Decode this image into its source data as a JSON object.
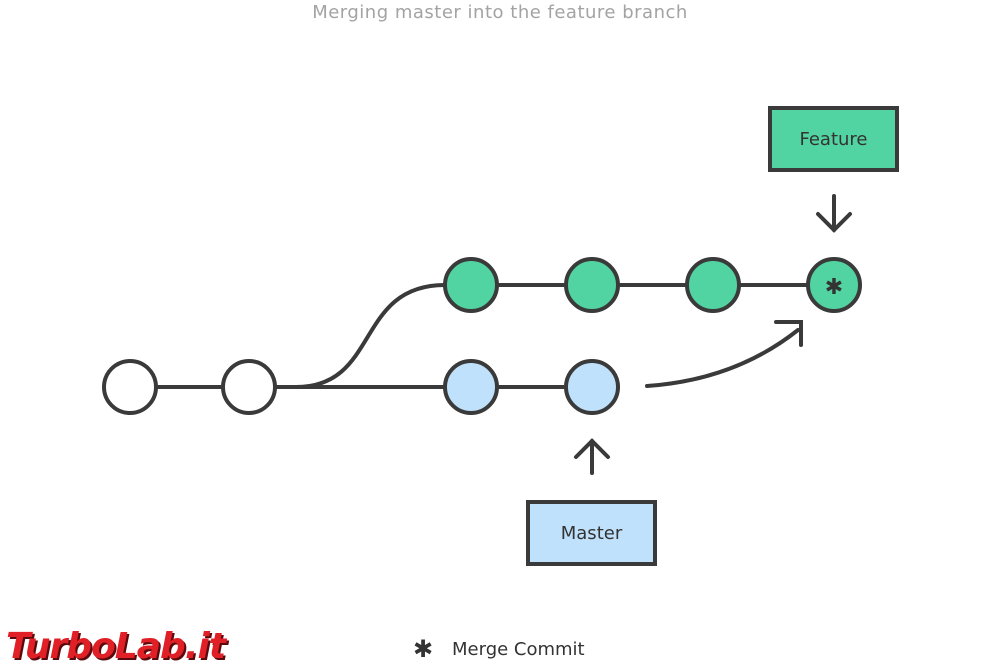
{
  "title": "Merging master into the feature branch",
  "labels": {
    "feature": "Feature",
    "master": "Master"
  },
  "legend": {
    "symbol": "✱",
    "text": "Merge Commit"
  },
  "merge_commit_symbol": "✱",
  "watermark": "TurboLab.it",
  "colors": {
    "feature": "#52d3a2",
    "master": "#bfe1fb",
    "base": "#ffffff",
    "stroke": "#3a3a3a"
  },
  "commits": {
    "base": 2,
    "feature": 3,
    "master": 2,
    "merge": 1
  }
}
